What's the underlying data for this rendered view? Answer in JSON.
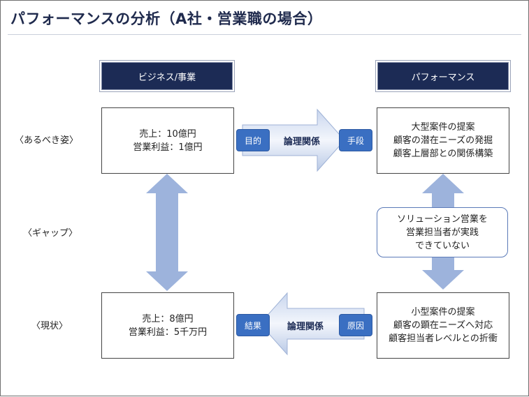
{
  "title": "パフォーマンスの分析（A社・営業職の場合）",
  "headers": {
    "left": "ビジネス/事業",
    "right": "パフォーマンス"
  },
  "row_labels": {
    "ideal": "〈あるべき姿〉",
    "gap": "〈ギャップ〉",
    "current": "〈現状〉"
  },
  "ideal": {
    "business": [
      "売上：10億円",
      "営業利益：1億円"
    ],
    "performance": [
      "大型案件の提案",
      "顧客の潜在ニーズの発掘",
      "顧客上層部との関係構築"
    ],
    "arrow": {
      "left_pill": "目的",
      "label": "論理関係",
      "right_pill": "手段"
    }
  },
  "gap": {
    "performance": [
      "ソリューション営業を",
      "営業担当者が実践",
      "できていない"
    ]
  },
  "current": {
    "business": [
      "売上：8億円",
      "営業利益：5千万円"
    ],
    "performance": [
      "小型案件の提案",
      "顧客の顕在ニーズへ対応",
      "顧客担当者レベルとの折衝"
    ],
    "arrow": {
      "left_pill": "結果",
      "label": "論理関係",
      "right_pill": "原因"
    }
  },
  "colors": {
    "header_bg": "#1c2b55",
    "pill": "#3a6fc2",
    "arrow_fill": "#9db3dc"
  }
}
